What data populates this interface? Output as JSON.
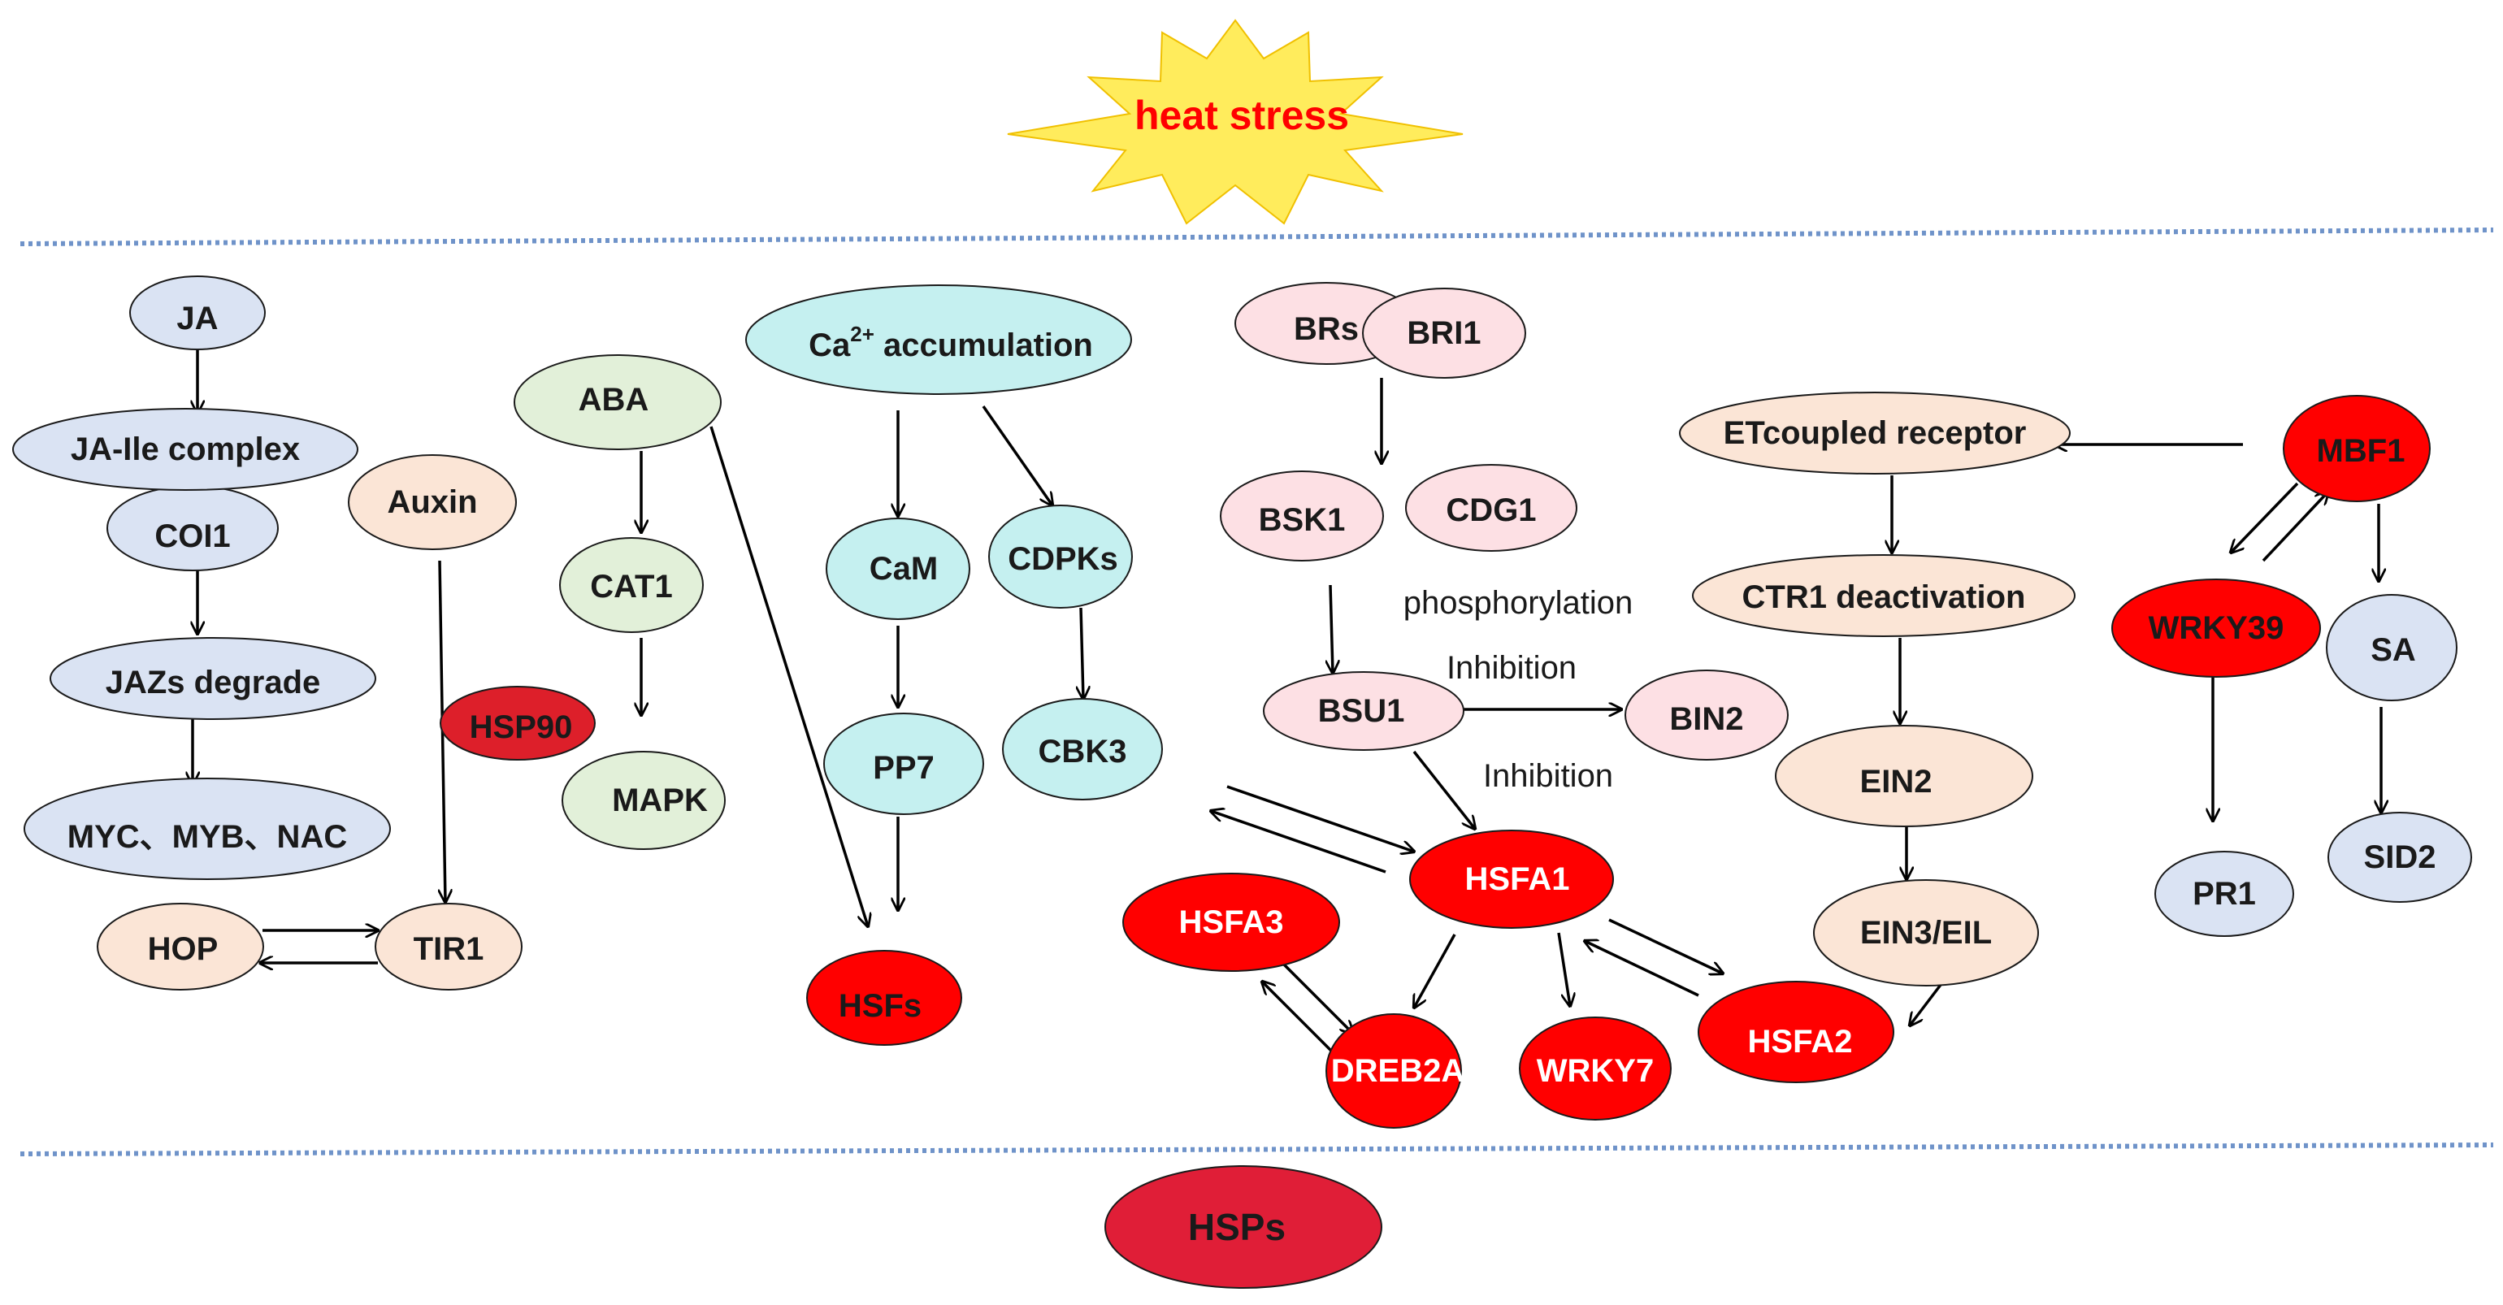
{
  "title": "heat stress",
  "bottom_node": "HSPs",
  "colors": {
    "blue": "#dae3f3",
    "peach": "#fbe5d6",
    "green": "#e2f0d9",
    "cyan": "#c5f0f0",
    "pink": "#fde0e4",
    "red": "#ff0000",
    "crimson": "#e01e37",
    "star": "#ffec5c",
    "divider": "#6f93c9"
  },
  "nodes": {
    "ja": "JA",
    "ja_ile": "JA-Ile complex",
    "coi1": "COI1",
    "jazs": "JAZs degrade",
    "myc": "MYC、MYB、NAC",
    "auxin": "Auxin",
    "hsp90": "HSP90",
    "hop": "HOP",
    "tir1": "TIR1",
    "aba": "ABA",
    "cat1": "CAT1",
    "mapk": "MAPK",
    "ca_main": "Ca",
    "ca_sup": "2+",
    "ca_rest": " accumulation",
    "cam": "CaM",
    "cdpks": "CDPKs",
    "pp7": "PP7",
    "cbk3": "CBK3",
    "hsfs": "HSFs",
    "brs": "BRs",
    "bri1": "BRI1",
    "bsk1": "BSK1",
    "cdg1": "CDG1",
    "bsu1": "BSU1",
    "bin2": "BIN2",
    "hsfa1": "HSFA1",
    "hsfa3": "HSFA3",
    "dreb2a": "DREB2A",
    "wrky7": "WRKY7",
    "hsfa2": "HSFA2",
    "et": "ETcoupled receptor",
    "ctr1": "CTR1 deactivation",
    "ein2": "EIN2",
    "ein3": "EIN3/EIL",
    "mbf1": "MBF1",
    "wrky39": "WRKY39",
    "sa": "SA",
    "pr1": "PR1",
    "sid2": "SID2"
  },
  "edge_labels": {
    "phosphorylation": "phosphorylation",
    "inhibition_1": "Inhibition",
    "inhibition_2": "Inhibition"
  }
}
